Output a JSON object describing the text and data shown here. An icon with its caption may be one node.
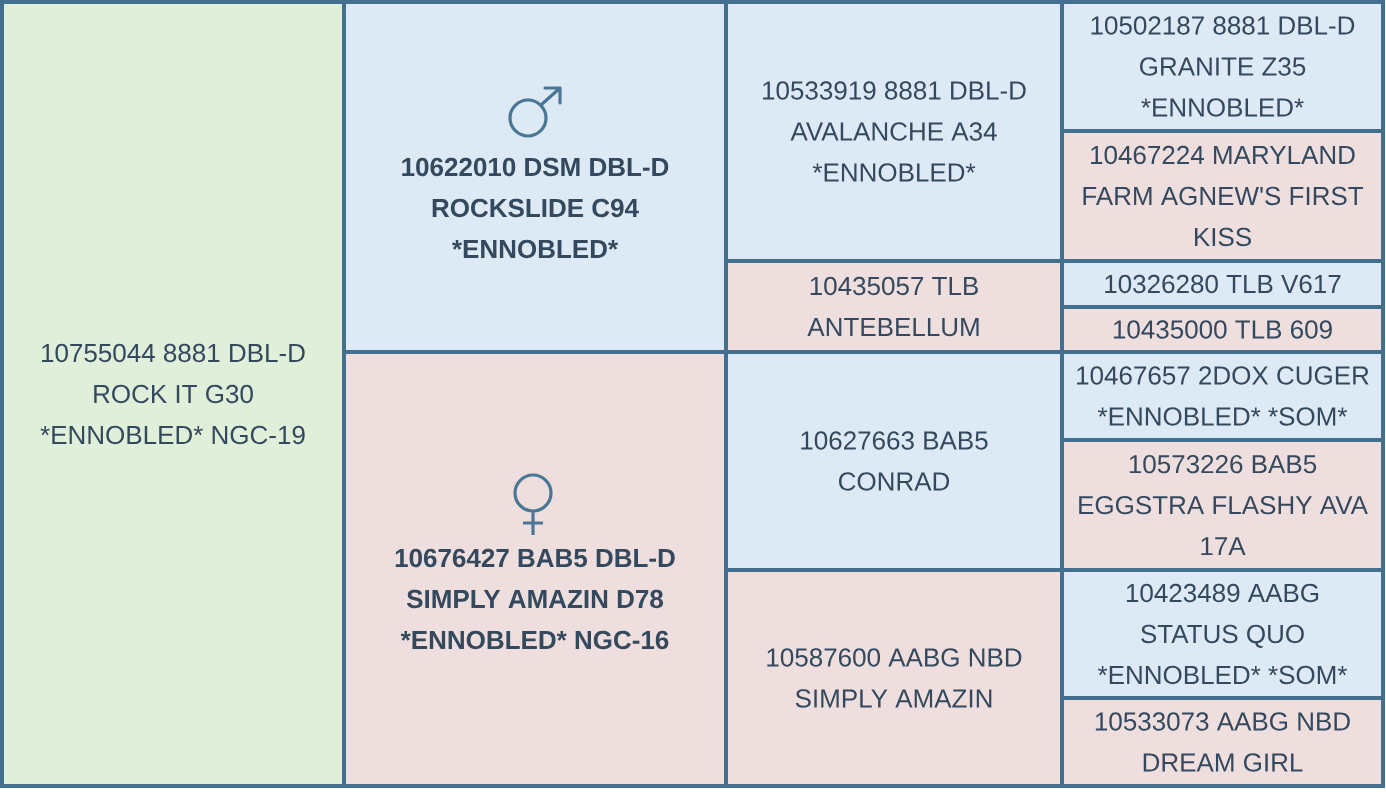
{
  "diagram": {
    "nodes": [
      {
        "text": [
          "10755044 8881 DBL-D ROCK IT G30 *ENNOBLED* NGC-19"
        ]
      },
      {
        "text": [
          "10622010 DSM DBL-D ROCKSLIDE C94 *ENNOBLED*"
        ]
      },
      {
        "text": [
          "10533919 8881 DBL-D AVALANCHE A34 *ENNOBLED*"
        ]
      },
      {
        "text": [
          "10502187 8881 DBL-D GRANITE Z35 *ENNOBLED*"
        ]
      },
      {
        "text": [
          "10467224 MARYLAND FARM AGNEW'S FIRST KISS"
        ]
      },
      {
        "text": [
          "10435057 TLB ANTEBELLUM"
        ]
      },
      {
        "text": [
          "10326280 TLB V617"
        ]
      },
      {
        "text": [
          "10435000 TLB 609"
        ]
      },
      {
        "text": [
          "10676427 BAB5 DBL-D SIMPLY AMAZIN D78 *ENNOBLED* NGC-16"
        ]
      },
      {
        "text": [
          "10627663 BAB5 CONRAD"
        ]
      },
      {
        "text": [
          "10467657 2DOX CUGER *ENNOBLED* *SOM*"
        ]
      },
      {
        "text": [
          "10573226 BAB5 EGGSTRA FLASHY AVA 17A"
        ]
      },
      {
        "text": [
          "10587600 AABG NBD SIMPLY AMAZIN"
        ]
      },
      {
        "text": [
          "10423489 AABG STATUS QUO *ENNOBLED* *SOM*"
        ]
      },
      {
        "text": [
          "10533073 AABG NBD DREAM GIRL"
        ]
      }
    ]
  }
}
